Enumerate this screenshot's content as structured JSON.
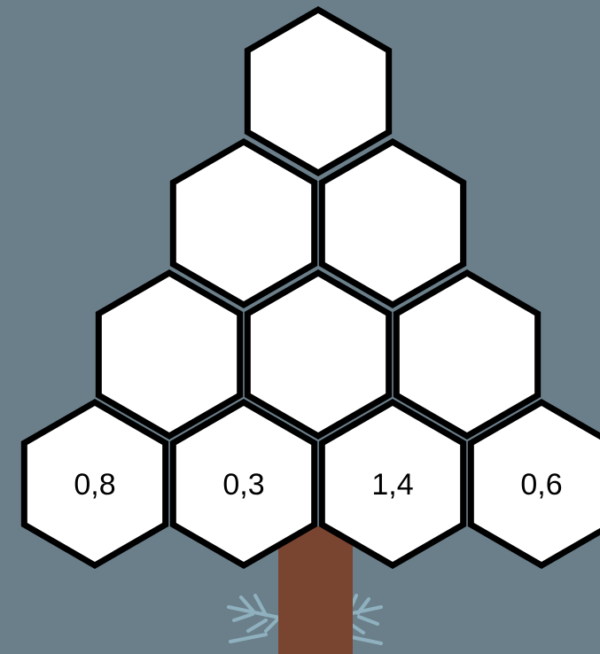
{
  "colors": {
    "background": "#6b7f8a",
    "hex_fill": "#ffffff",
    "hex_stroke": "#000000",
    "trunk": "#7a4530",
    "sprig": "#8fb1bf"
  },
  "pyramid": {
    "rows": [
      {
        "cells": [
          ""
        ]
      },
      {
        "cells": [
          "",
          ""
        ]
      },
      {
        "cells": [
          "",
          "",
          ""
        ]
      },
      {
        "cells": [
          "0,8",
          "0,3",
          "1,4",
          "0,6"
        ]
      }
    ]
  },
  "decoration": {
    "trunk": "tree-trunk",
    "sprig_icon": "pine-sprig-icon"
  }
}
